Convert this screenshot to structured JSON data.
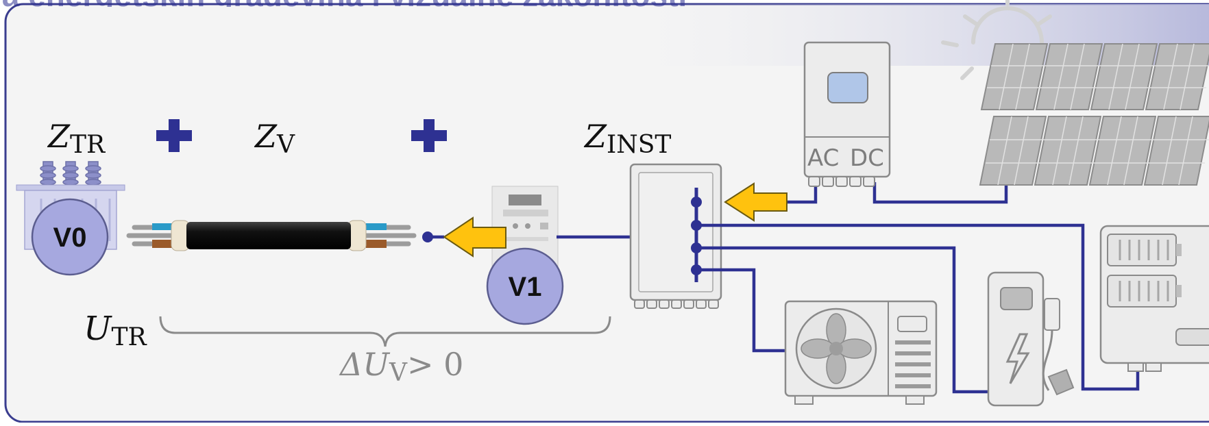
{
  "title_fragment": "ja energetskih građevina i vizualne zakonitosti",
  "labels": {
    "z_tr": "Z",
    "z_tr_sub": "TR",
    "z_v": "Z",
    "z_v_sub": "V",
    "z_inst": "Z",
    "z_inst_sub": "INST",
    "u_tr": "U",
    "u_tr_sub": "TR",
    "delta_u": "ΔU",
    "delta_u_sub": "V",
    "delta_u_rel": "> 0"
  },
  "voltage_points": {
    "v0": "V0",
    "v1": "V1"
  },
  "inverter": {
    "ac": "AC",
    "dc": "DC"
  },
  "colors": {
    "wire": "#2e3192",
    "arrow": "#ffc20e",
    "voltage_marker": "#a6a8df",
    "frame": "#3a3d8f"
  }
}
